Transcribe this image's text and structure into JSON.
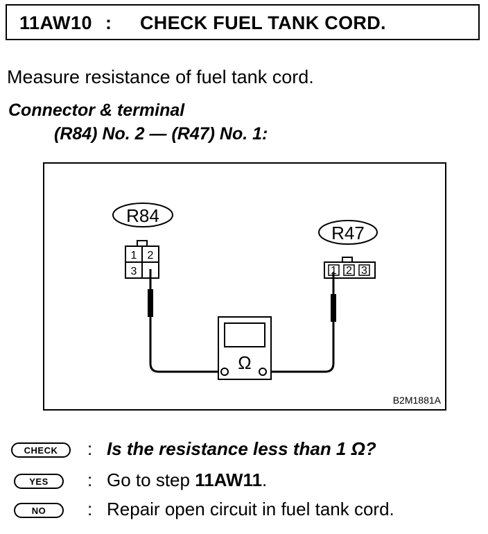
{
  "header": {
    "step_code": "11AW10",
    "separator": ":",
    "title": "CHECK FUEL TANK CORD."
  },
  "instruction": "Measure resistance of fuel tank cord.",
  "connector": {
    "heading": "Connector & terminal",
    "spec": "(R84) No. 2 — (R47) No. 1:"
  },
  "diagram": {
    "left_connector": {
      "label": "R84",
      "pins": [
        "1",
        "2",
        "3"
      ]
    },
    "right_connector": {
      "label": "R47",
      "pins": [
        "1",
        "2",
        "3"
      ]
    },
    "meter_symbol": "Ω",
    "figure_code": "B2M1881A"
  },
  "results": [
    {
      "tag": "CHECK",
      "colon": ":",
      "text": "Is the resistance less than 1 Ω?"
    },
    {
      "tag": "YES",
      "colon": ":",
      "text_prefix": "Go to step ",
      "text_bold": "11AW11",
      "text_suffix": "."
    },
    {
      "tag": "NO",
      "colon": ":",
      "text": "Repair open circuit in fuel tank cord."
    }
  ]
}
